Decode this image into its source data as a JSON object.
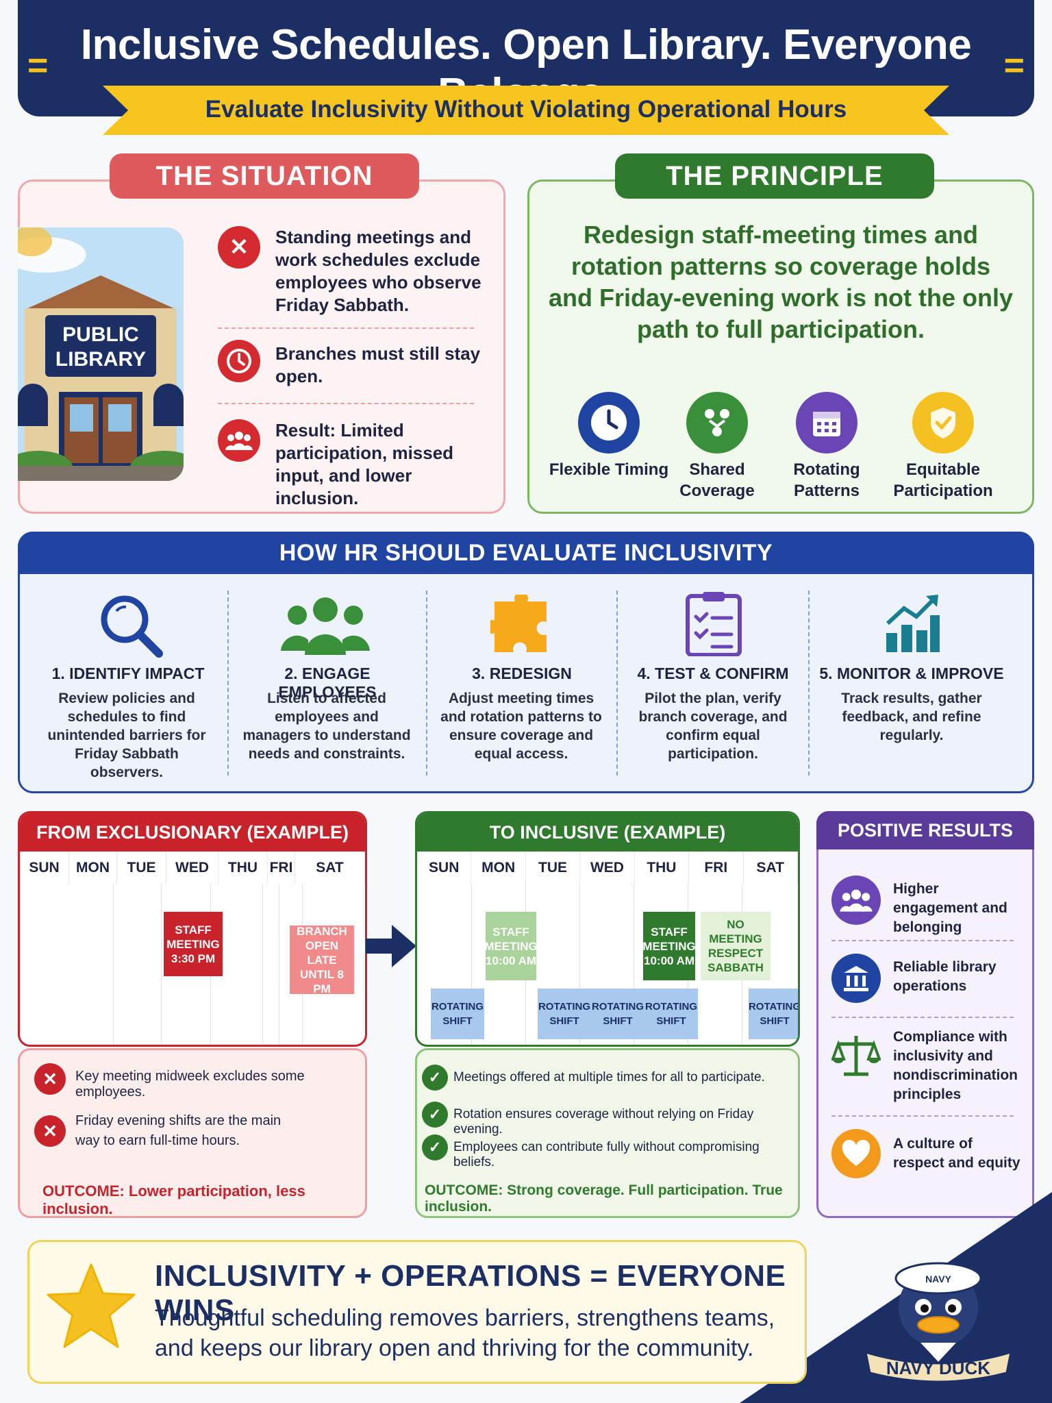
{
  "header": {
    "title": "Inclusive Schedules. Open Library. Everyone Belongs.",
    "subtitle": "Evaluate Inclusivity Without Violating Operational Hours"
  },
  "situation": {
    "heading": "THE SITUATION",
    "sign": [
      "PUBLIC",
      "LIBRARY"
    ],
    "items": [
      {
        "icon": "x-icon",
        "text": "Standing meetings and work schedules exclude employees who observe Friday Sabbath."
      },
      {
        "icon": "clock-icon",
        "text": "Branches must still stay open."
      },
      {
        "icon": "group-icon",
        "text": "Result: Limited participation, missed input, and lower inclusion."
      }
    ]
  },
  "principle": {
    "heading": "THE PRINCIPLE",
    "text": "Redesign staff-meeting times and rotation patterns so coverage holds and Friday-evening work is not the only path to full participation.",
    "items": [
      {
        "label": "Flexible Timing",
        "icon": "clock-icon",
        "color": "#1f44a1"
      },
      {
        "label": "Shared Coverage",
        "icon": "people-network-icon",
        "color": "#3a8f3a"
      },
      {
        "label": "Rotating Patterns",
        "icon": "calendar-icon",
        "color": "#6a45b5"
      },
      {
        "label": "Equitable Participation",
        "icon": "shield-check-icon",
        "color": "#f5c120"
      }
    ]
  },
  "hr": {
    "heading": "HOW HR SHOULD EVALUATE INCLUSIVITY",
    "steps": [
      {
        "title": "1. IDENTIFY IMPACT",
        "desc": "Review policies and schedules to find unintended barriers for Friday Sabbath observers."
      },
      {
        "title": "2. ENGAGE EMPLOYEES",
        "desc": "Listen to affected employees and managers to understand needs and constraints."
      },
      {
        "title": "3. REDESIGN",
        "desc": "Adjust meeting times and rotation patterns to ensure coverage and equal access."
      },
      {
        "title": "4. TEST & CONFIRM",
        "desc": "Pilot the plan, verify branch coverage, and confirm equal participation."
      },
      {
        "title": "5. MONITOR & IMPROVE",
        "desc": "Track results, gather feedback, and refine regularly."
      }
    ]
  },
  "exclusionary": {
    "heading": "FROM EXCLUSIONARY (EXAMPLE)",
    "days": [
      "SUN",
      "MON",
      "TUE",
      "WED",
      "THU",
      "FRI",
      "SAT"
    ],
    "events": [
      {
        "text": "STAFF MEETING 3:30 PM"
      },
      {
        "text": "BRANCH OPEN LATE UNTIL 8 PM"
      }
    ],
    "notes": [
      "Key meeting midweek excludes some employees.",
      "Friday evening shifts are the main way to earn full-time hours."
    ],
    "outcome": "OUTCOME: Lower participation, less inclusion."
  },
  "inclusive": {
    "heading": "TO INCLUSIVE (EXAMPLE)",
    "days": [
      "SUN",
      "MON",
      "TUE",
      "WED",
      "THU",
      "FRI",
      "SAT"
    ],
    "events": {
      "mon": "STAFF MEETING 10:00 AM",
      "thu": "STAFF MEETING 10:00 AM",
      "fri": "NO MEETING RESPECT SABBATH",
      "shift": "ROTATING SHIFT"
    },
    "notes": [
      "Meetings offered at multiple times for all to participate.",
      "Rotation ensures coverage without relying on Friday evening.",
      "Employees can contribute fully without compromising beliefs."
    ],
    "outcome": "OUTCOME: Strong coverage. Full participation. True inclusion."
  },
  "positive": {
    "heading": "POSITIVE RESULTS",
    "items": [
      {
        "text": "Higher engagement and belonging",
        "icon": "group-icon",
        "color": "#6a45b5"
      },
      {
        "text": "Reliable library operations",
        "icon": "bank-icon",
        "color": "#1f44a1"
      },
      {
        "text": "Compliance with inclusivity and nondiscrimination principles",
        "icon": "scales-icon",
        "color": "#2f7a2d"
      },
      {
        "text": "A culture of respect and equity",
        "icon": "heart-icon",
        "color": "#f39a1c"
      }
    ]
  },
  "footer": {
    "title": "INCLUSIVITY + OPERATIONS = EVERYONE WINS",
    "text": "Thoughtful scheduling removes barriers, strengthens teams, and keeps our library open and thriving for the community.",
    "mascot_cap": "NAVY",
    "mascot_banner": "NAVY DUCK"
  }
}
